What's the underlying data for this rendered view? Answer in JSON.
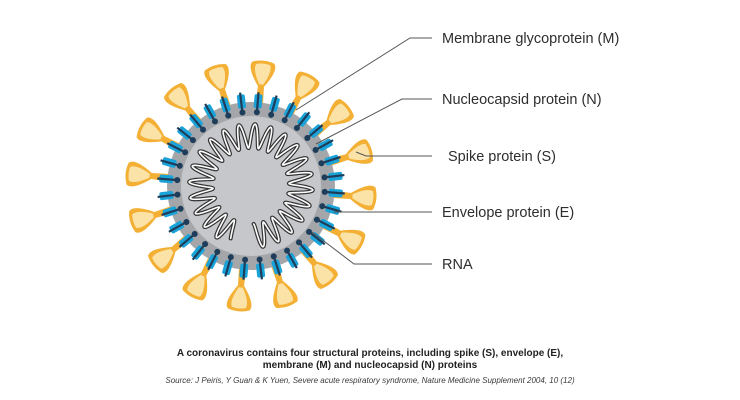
{
  "labels": [
    {
      "key": "membrane",
      "text": "Membrane glycoprotein (M)"
    },
    {
      "key": "nucleocapsid",
      "text": "Nucleocapsid protein (N)"
    },
    {
      "key": "spike",
      "text": "Spike protein (S)"
    },
    {
      "key": "envelope",
      "text": "Envelope protein (E)"
    },
    {
      "key": "rna",
      "text": "RNA"
    }
  ],
  "caption": {
    "line1": "A coronavirus contains four structural proteins, including spike (S), envelope (E),",
    "line2": "membrane (M) and nucleocapsid (N) proteins",
    "source": "Source: J Peiris, Y Guan & K Yuen, Severe acute respiratory syndrome, Nature Medicine Supplement 2004, 10 (12)"
  },
  "colors": {
    "outer_membrane": "#a4a6a9",
    "inner_core": "#c5c7ca",
    "spike_orange": "#f3b035",
    "spike_cream": "#fbe3a8",
    "membrane_blue": "#1aa3d8",
    "envelope_navy": "#1e3d5a",
    "rna_dark": "#333333",
    "leader_line": "#555555",
    "text": "#2e2e2e"
  }
}
